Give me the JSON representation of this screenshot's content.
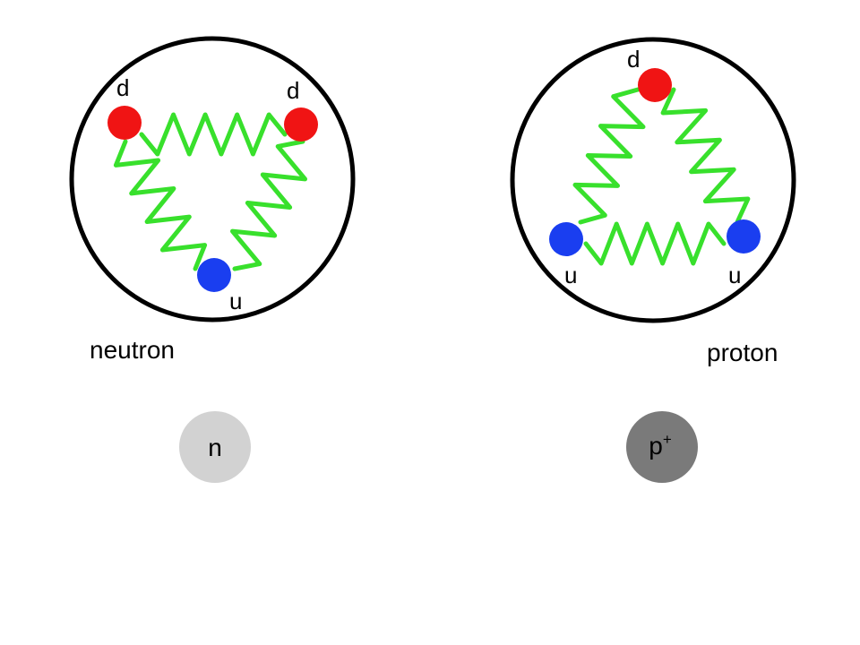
{
  "colors": {
    "down_quark": "#f01414",
    "up_quark": "#1a3ef0",
    "gluon": "#38e02c",
    "outline": "#000000",
    "neutron_badge": "#d2d2d2",
    "proton_badge": "#7a7a7a"
  },
  "neutron": {
    "label": "neutron",
    "quarks": [
      {
        "flavor": "d",
        "label": "d"
      },
      {
        "flavor": "d",
        "label": "d"
      },
      {
        "flavor": "u",
        "label": "u"
      }
    ],
    "badge": {
      "symbol": "n",
      "superscript": ""
    }
  },
  "proton": {
    "label": "proton",
    "quarks": [
      {
        "flavor": "d",
        "label": "d"
      },
      {
        "flavor": "u",
        "label": "u"
      },
      {
        "flavor": "u",
        "label": "u"
      }
    ],
    "badge": {
      "symbol": "p",
      "superscript": "+"
    }
  }
}
